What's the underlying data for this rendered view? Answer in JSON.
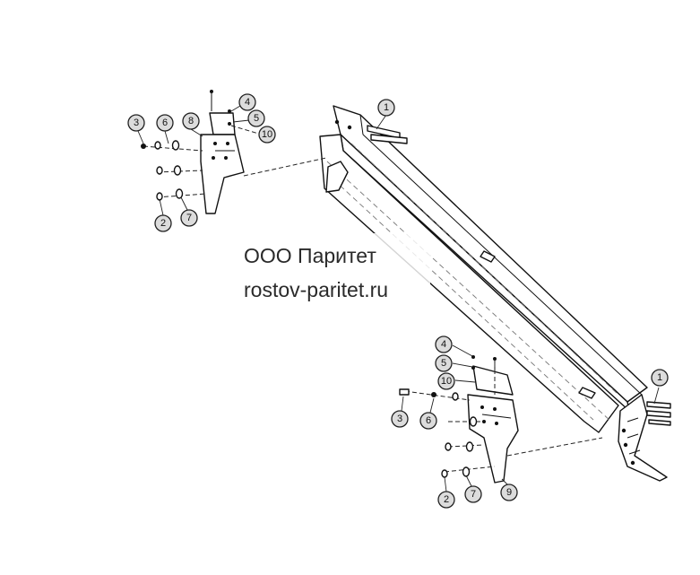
{
  "watermark": {
    "company": "ООО Паритет",
    "site": "rostov-paritet.ru"
  },
  "callouts_upper": {
    "c1": "1",
    "c2": "2",
    "c3": "3",
    "c4": "4",
    "c5": "5",
    "c6": "6",
    "c7": "7",
    "c8": "8",
    "c10": "10"
  },
  "callouts_lower": {
    "c1": "1",
    "c2": "2",
    "c3": "3",
    "c4": "4",
    "c5": "5",
    "c6": "6",
    "c7": "7",
    "c9": "9",
    "c10": "10"
  }
}
